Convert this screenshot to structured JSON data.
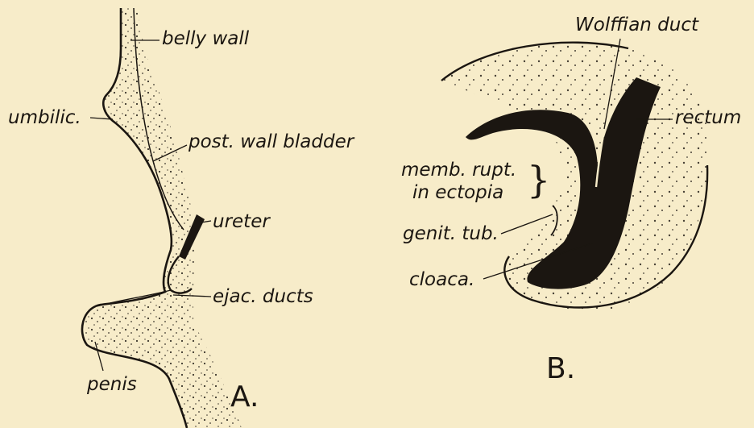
{
  "colors": {
    "paper": "#f7ecc9",
    "ink": "#1b1611"
  },
  "figure_a": {
    "panel_letter": "A.",
    "labels": {
      "belly_wall": "belly wall",
      "umbilic": "umbilic.",
      "post_wall_bladder": "post. wall bladder",
      "ureter": "ureter",
      "ejac_ducts": "ejac. ducts",
      "penis": "penis"
    }
  },
  "figure_b": {
    "panel_letter": "B.",
    "labels": {
      "wolffian_duct": "Wolffian duct",
      "rectum": "rectum",
      "memb_rupt": "memb. rupt.",
      "in_ectopia": "in ectopia",
      "genit_tub": "genit. tub.",
      "cloaca": "cloaca."
    }
  }
}
